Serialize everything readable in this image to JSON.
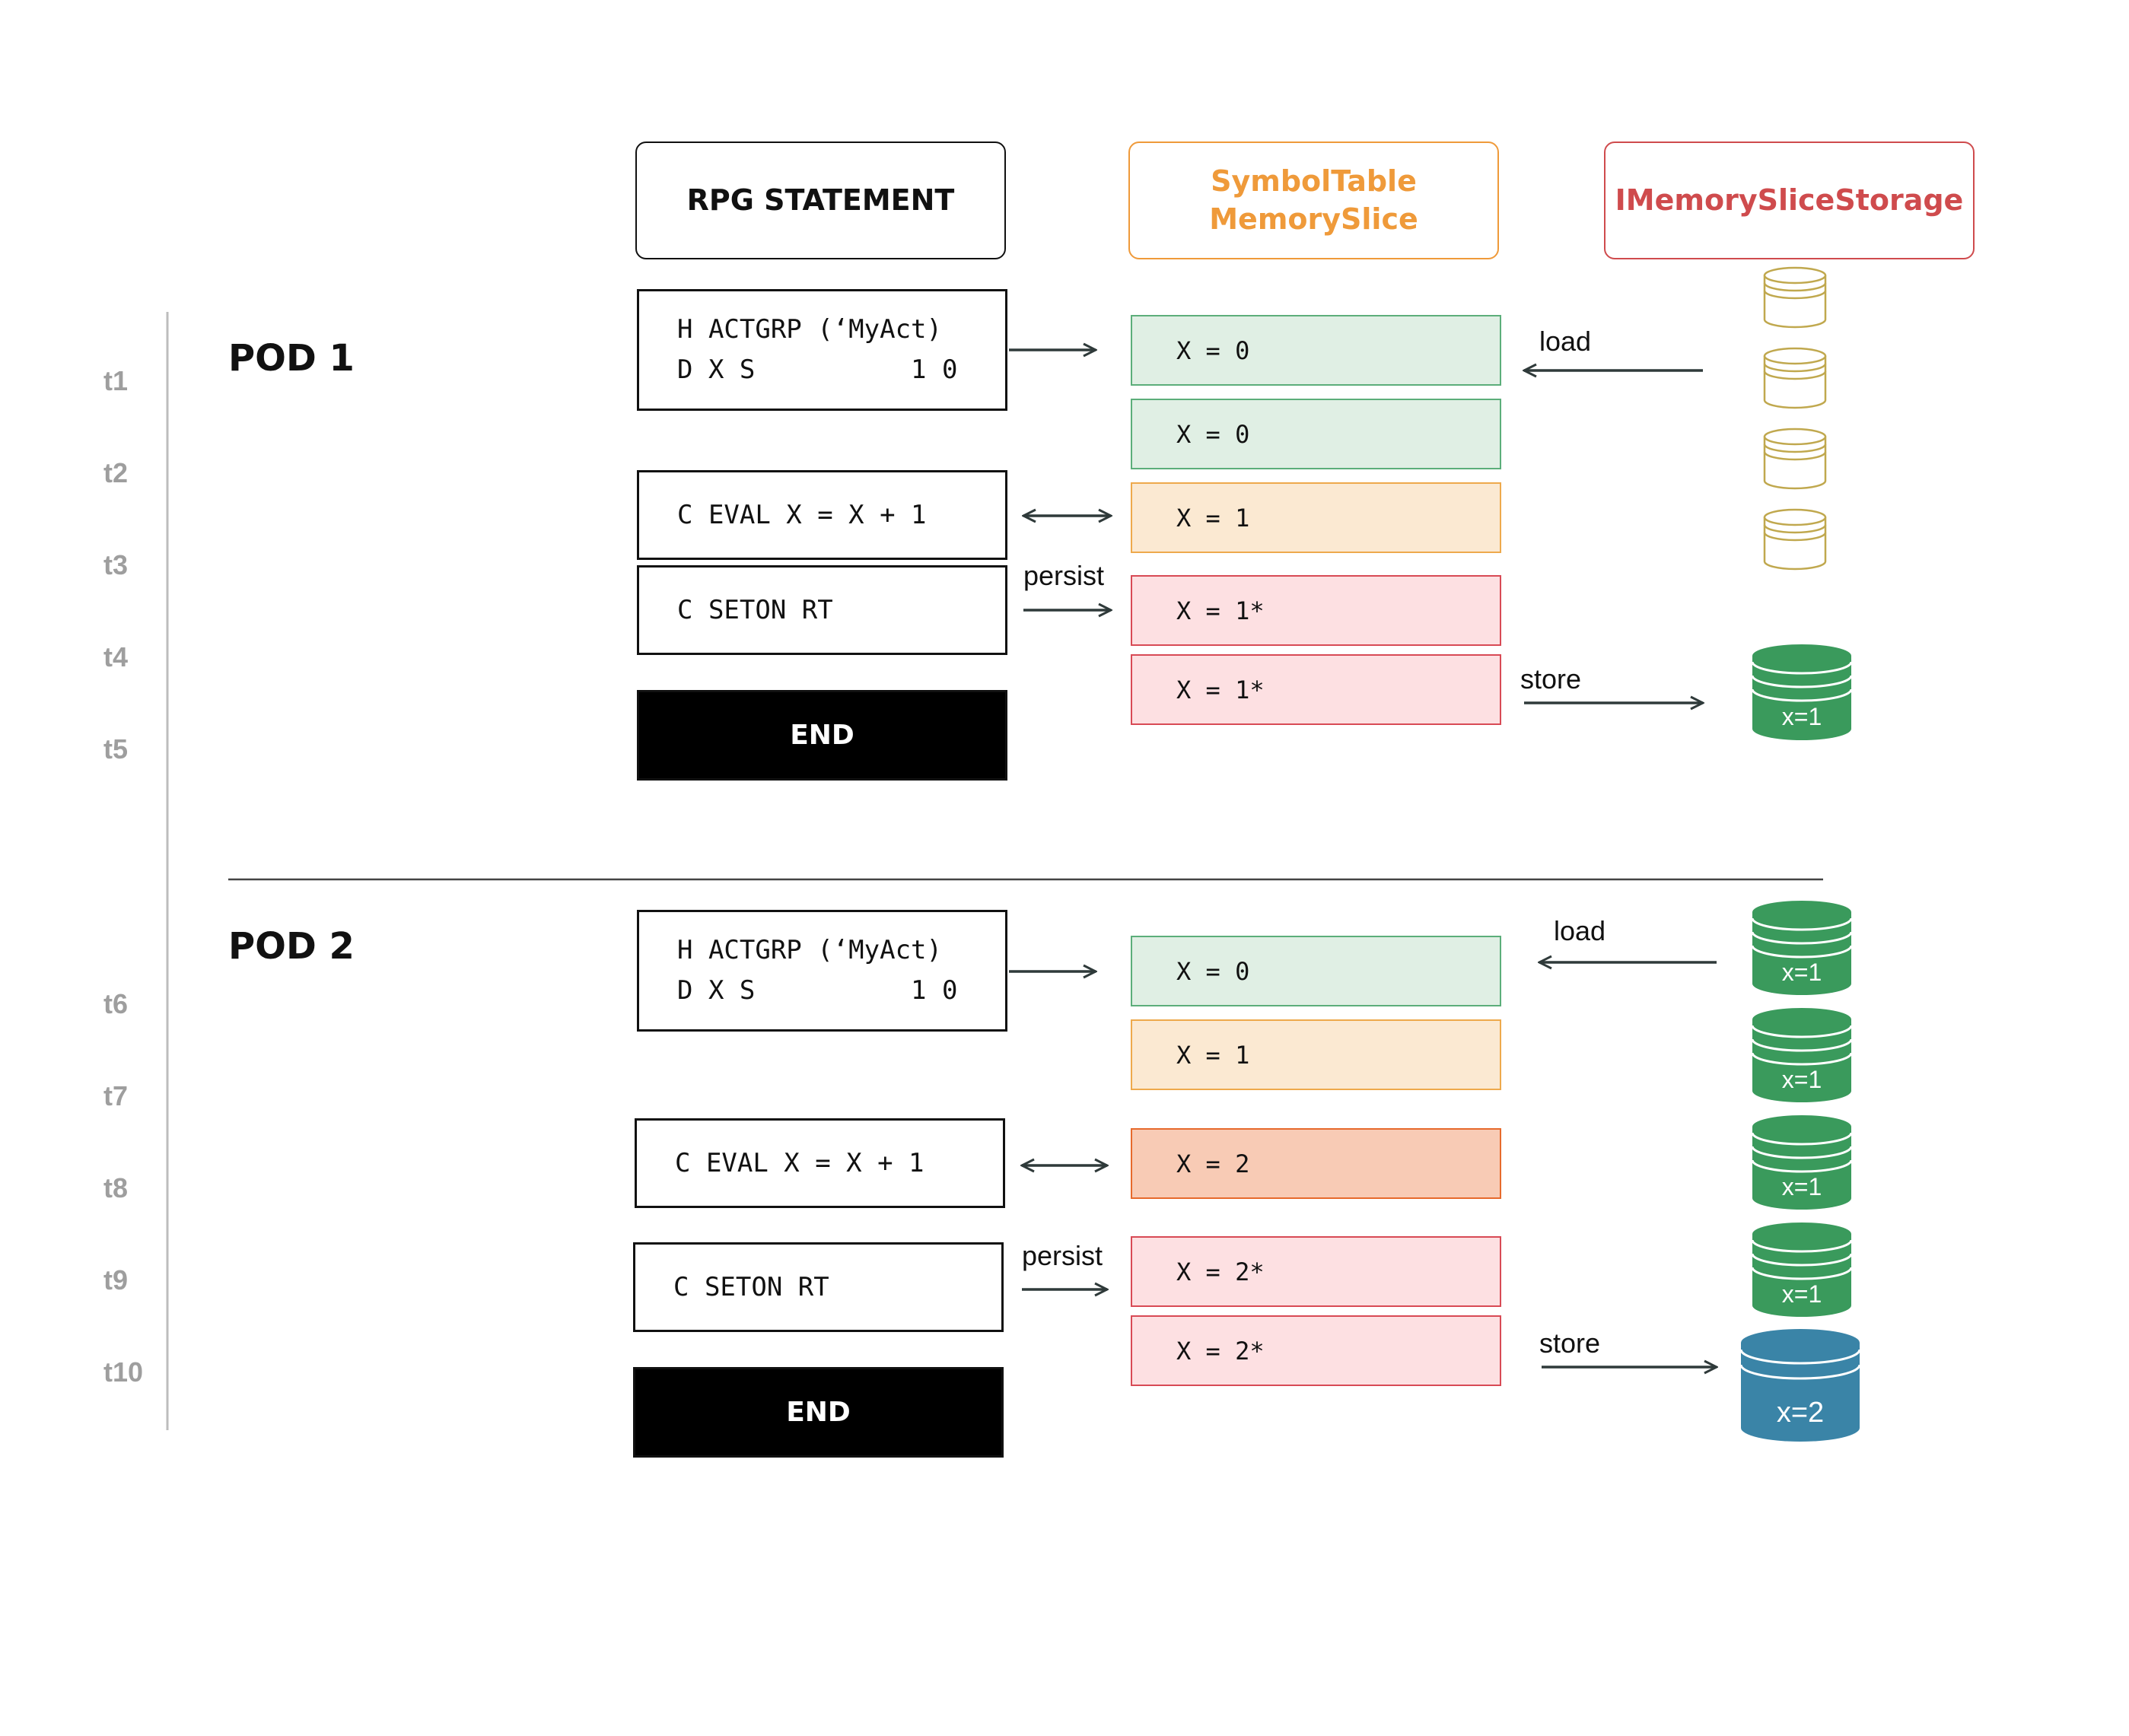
{
  "headers": {
    "rpg": "RPG STATEMENT",
    "symbol_line1": "SymbolTable",
    "symbol_line2": "MemorySlice",
    "storage": "IMemorySliceStorage"
  },
  "timeline": [
    "t1",
    "t2",
    "t3",
    "t4",
    "t5",
    "t6",
    "t7",
    "t8",
    "t9",
    "t10"
  ],
  "pods": [
    {
      "title": "POD 1",
      "statements": {
        "init": "H ACTGRP (‘MyAct)\nD X S          1 0",
        "eval": "C EVAL X = X + 1",
        "seton": "C SETON RT",
        "end": "END"
      },
      "slots": [
        "X = 0",
        "X = 0",
        "X = 1",
        "X = 1*",
        "X = 1*"
      ],
      "arrow_labels": {
        "persist": "persist",
        "load": "load",
        "store": "store"
      },
      "stored_label": "x=1"
    },
    {
      "title": "POD 2",
      "statements": {
        "init": "H ACTGRP (‘MyAct)\nD X S          1 0",
        "eval": "C EVAL X = X + 1",
        "seton": "C SETON RT",
        "end": "END"
      },
      "slots": [
        "X = 0",
        "X = 1",
        "X = 2",
        "X = 2*",
        "X = 2*"
      ],
      "arrow_labels": {
        "persist": "persist",
        "load": "load",
        "store": "store"
      },
      "loaded_labels": [
        "x=1",
        "x=1",
        "x=1",
        "x=1"
      ],
      "stored_label": "x=2"
    }
  ],
  "colors": {
    "symbol": "#ef9a3a",
    "storage": "#cf4b4d",
    "db_outline": "#c0a84e",
    "db_green": "#3a9a5c",
    "db_blue": "#3a84a7"
  }
}
